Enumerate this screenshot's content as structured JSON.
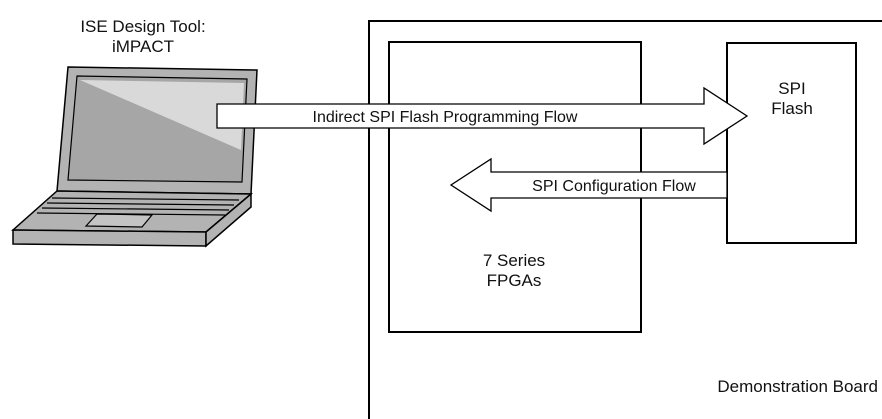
{
  "tool": {
    "line1": "ISE Design Tool:",
    "line2": "iMPACT"
  },
  "board": {
    "label": "Demonstration Board"
  },
  "fpga": {
    "line1": "7 Series",
    "line2": "FPGAs"
  },
  "flash": {
    "line1": "SPI",
    "line2": "Flash"
  },
  "flows": {
    "programming": "Indirect SPI Flash Programming Flow",
    "configuration": "SPI Configuration Flow"
  },
  "colors": {
    "laptop_body": "#b3b3b3",
    "laptop_screen": "#a6a6a6",
    "screen_highlight": "#d9d9d9",
    "outline": "#000000"
  }
}
